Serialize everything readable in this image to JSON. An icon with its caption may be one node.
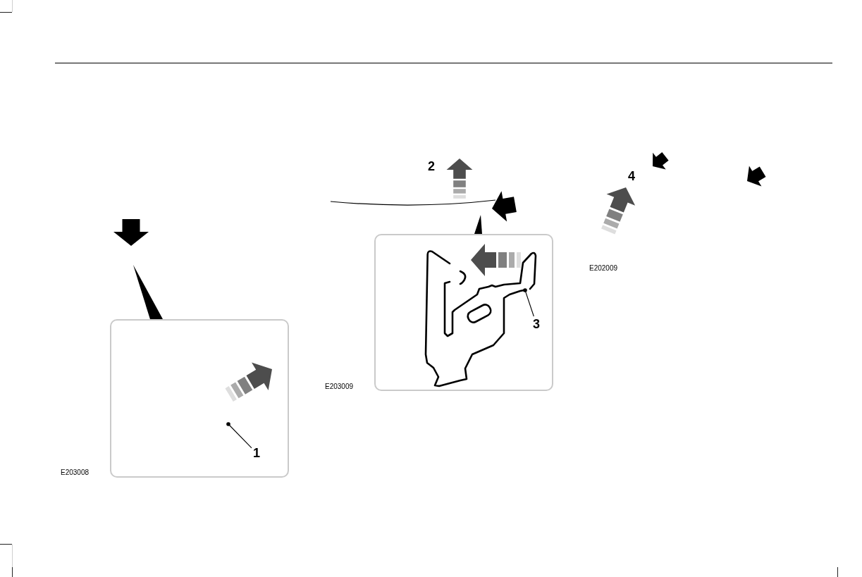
{
  "diagram": {
    "nodes": [
      {
        "text": [],
        "shape": "triangle"
      },
      {
        "text": [],
        "shape": "box"
      },
      {
        "text": [
          "1"
        ],
        "in": 1
      },
      {
        "text": [],
        "shape": "triangle"
      },
      {
        "text": [],
        "shape": "box"
      },
      {
        "text": [],
        "shape": "picture",
        "in": 4
      },
      {
        "text": [
          "3"
        ],
        "in": 4
      }
    ],
    "edges": [
      {
        "from": 2,
        "to": null,
        "arrow": "other"
      },
      {
        "from": 6,
        "to": 5,
        "arrow": "other"
      }
    ],
    "labels": [
      "E203008",
      "2",
      "E203009",
      "4",
      "E202009"
    ]
  }
}
